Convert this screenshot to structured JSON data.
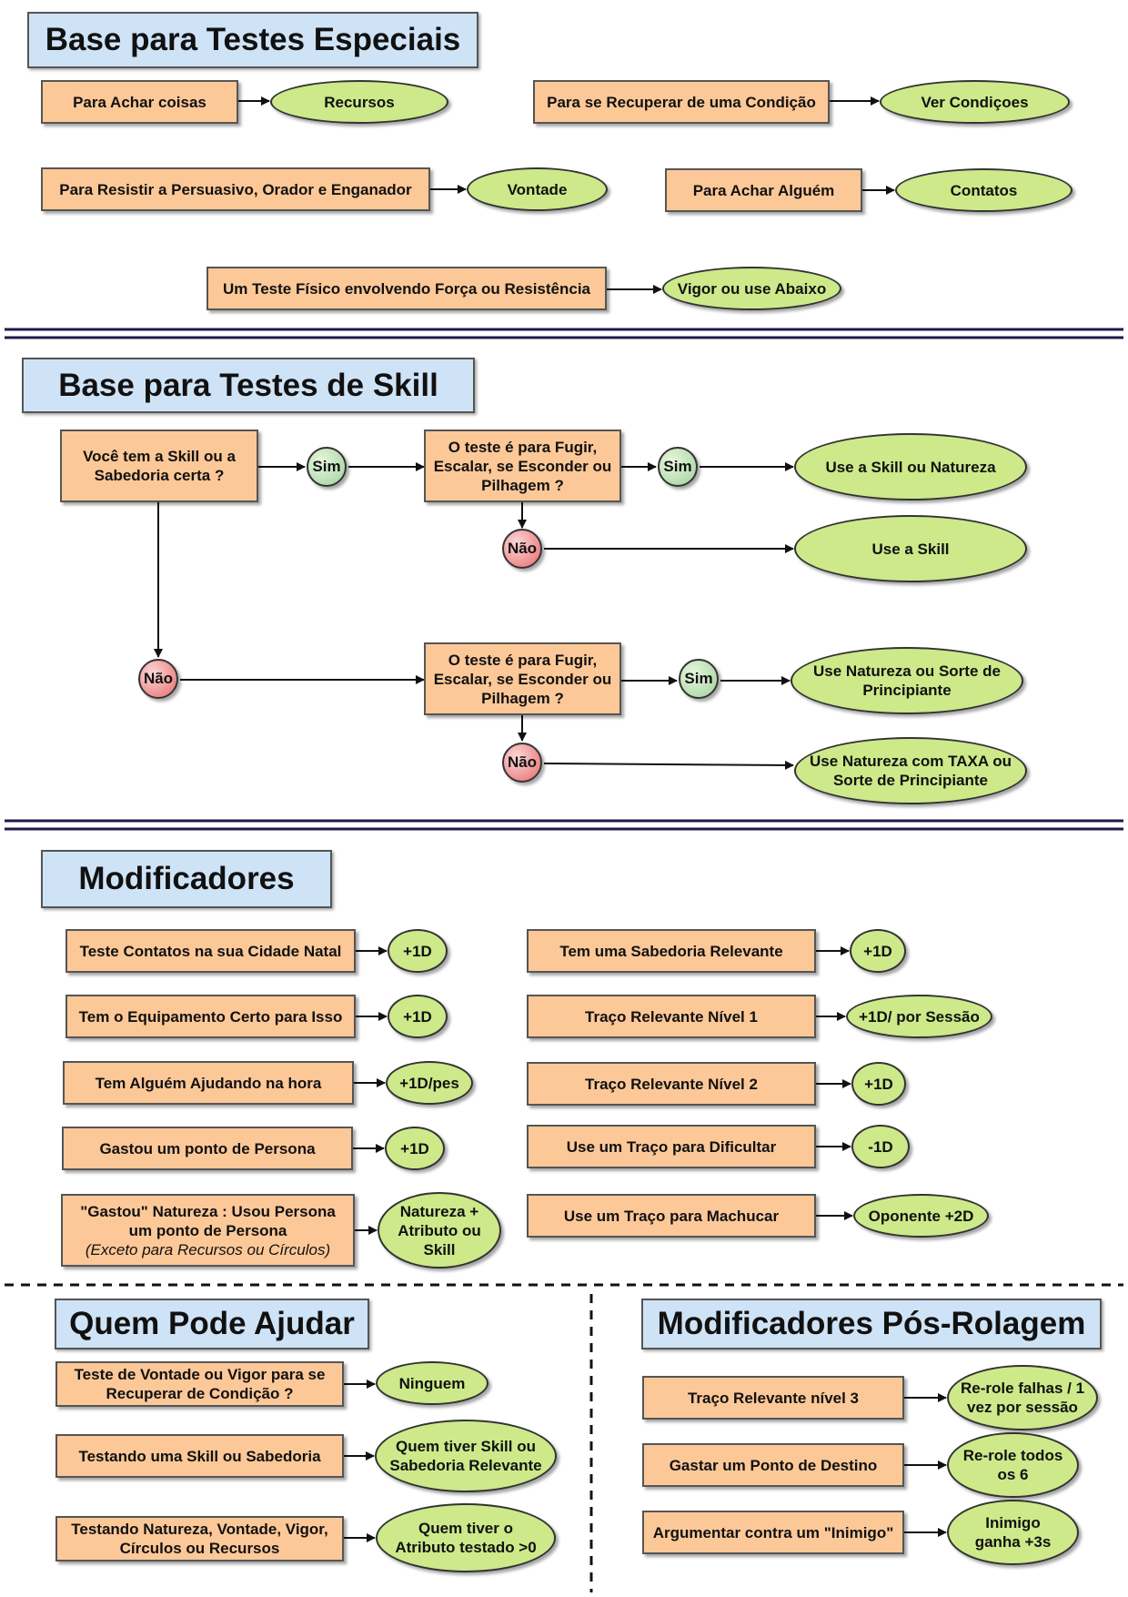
{
  "section_especiais": {
    "title": "Base para Testes Especiais",
    "rows": [
      {
        "condition": "Para Achar coisas",
        "result": "Recursos"
      },
      {
        "condition": "Para se Recuperar de uma Condição",
        "result": "Ver Condiçoes"
      },
      {
        "condition": "Para Resistir a Persuasivo, Orador e Enganador",
        "result": "Vontade"
      },
      {
        "condition": "Para Achar Alguém",
        "result": "Contatos"
      },
      {
        "condition": "Um Teste Físico envolvendo Força ou Resistência",
        "result": "Vigor ou use Abaixo"
      }
    ]
  },
  "section_skill": {
    "title": "Base para Testes de Skill",
    "question_skill": "Você tem a Skill ou a Sabedoria certa ?",
    "question_escape_1": "O teste é para Fugir, Escalar, se Esconder ou Pilhagem ?",
    "question_escape_2": "O teste é para Fugir, Escalar, se Esconder ou Pilhagem ?",
    "yes": "Sim",
    "no": "Não",
    "result_skill_or_nature": "Use a Skill ou Natureza",
    "result_skill": "Use a Skill",
    "result_nature_or_luck": "Use Natureza ou Sorte de Principiante",
    "result_nature_tax": "Use Natureza com TAXA ou Sorte de Principiante"
  },
  "section_modificadores": {
    "title": "Modificadores",
    "left": [
      {
        "condition": "Teste Contatos na sua Cidade Natal",
        "result": "+1D"
      },
      {
        "condition": "Tem o Equipamento Certo para Isso",
        "result": "+1D"
      },
      {
        "condition": "Tem Alguém Ajudando na hora",
        "result": "+1D/pes"
      },
      {
        "condition": "Gastou um ponto de Persona",
        "result": "+1D"
      }
    ],
    "spent_nature": {
      "line1": "\"Gastou\" Natureza : Usou Persona",
      "line2": "um ponto de Persona",
      "note": "(Exceto para Recursos ou Círculos)",
      "result": "Natureza + Atributo ou Skill"
    },
    "right": [
      {
        "condition": "Tem uma Sabedoria Relevante",
        "result": "+1D"
      },
      {
        "condition": "Traço Relevante Nível 1",
        "result": "+1D/ por Sessão"
      },
      {
        "condition": "Traço Relevante Nível 2",
        "result": "+1D"
      },
      {
        "condition": "Use um Traço para Dificultar",
        "result": "-1D"
      },
      {
        "condition": "Use um Traço para Machucar",
        "result": "Oponente +2D"
      }
    ]
  },
  "section_ajudar": {
    "title": "Quem Pode Ajudar",
    "rows": [
      {
        "condition": "Teste de Vontade ou Vigor para se Recuperar de Condição ?",
        "result": "Ninguem"
      },
      {
        "condition": "Testando uma Skill ou Sabedoria",
        "result": "Quem tiver Skill ou Sabedoria Relevante"
      },
      {
        "condition": "Testando Natureza, Vontade, Vigor, Círculos ou Recursos",
        "result": "Quem tiver o Atributo testado >0"
      }
    ]
  },
  "section_pos": {
    "title": "Modificadores Pós-Rolagem",
    "rows": [
      {
        "condition": "Traço Relevante nível 3",
        "result": "Re-role falhas / 1 vez por sessão"
      },
      {
        "condition": "Gastar um Ponto de Destino",
        "result": "Re-role todos os 6"
      },
      {
        "condition": "Argumentar contra um \"Inimigo\"",
        "result": "Inimigo ganha +3s"
      }
    ]
  },
  "colors": {
    "box_fill": "#fdc898",
    "oval_fill": "#cde98a",
    "title_fill": "#cfe3f7",
    "yes_fill": "#9fd29a",
    "no_fill": "#e86a6a",
    "separator": "#1d1a4a"
  }
}
